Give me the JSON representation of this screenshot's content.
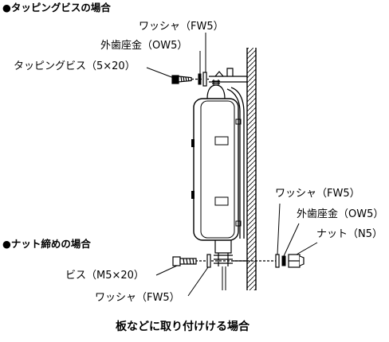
{
  "headings": {
    "tapping_screw": "●タッピングビスの場合",
    "nut_fastening": "●ナット締めの場合"
  },
  "labels_top": {
    "washer": "ワッシャ（FW5）",
    "external_tooth_washer": "外歯座金（OW5）",
    "tapping_screw": "タッピングビス（5×20）"
  },
  "labels_right": {
    "washer": "ワッシャ（FW5）",
    "external_tooth_washer": "外歯座金（OW5）",
    "nut": "ナット（N5）"
  },
  "labels_bottom": {
    "screw": "ビス（M5×20）",
    "washer": "ワッシャ（FW5）"
  },
  "caption": "板などに取り付けける場合",
  "colors": {
    "ink": "#000000",
    "paper": "#ffffff"
  }
}
